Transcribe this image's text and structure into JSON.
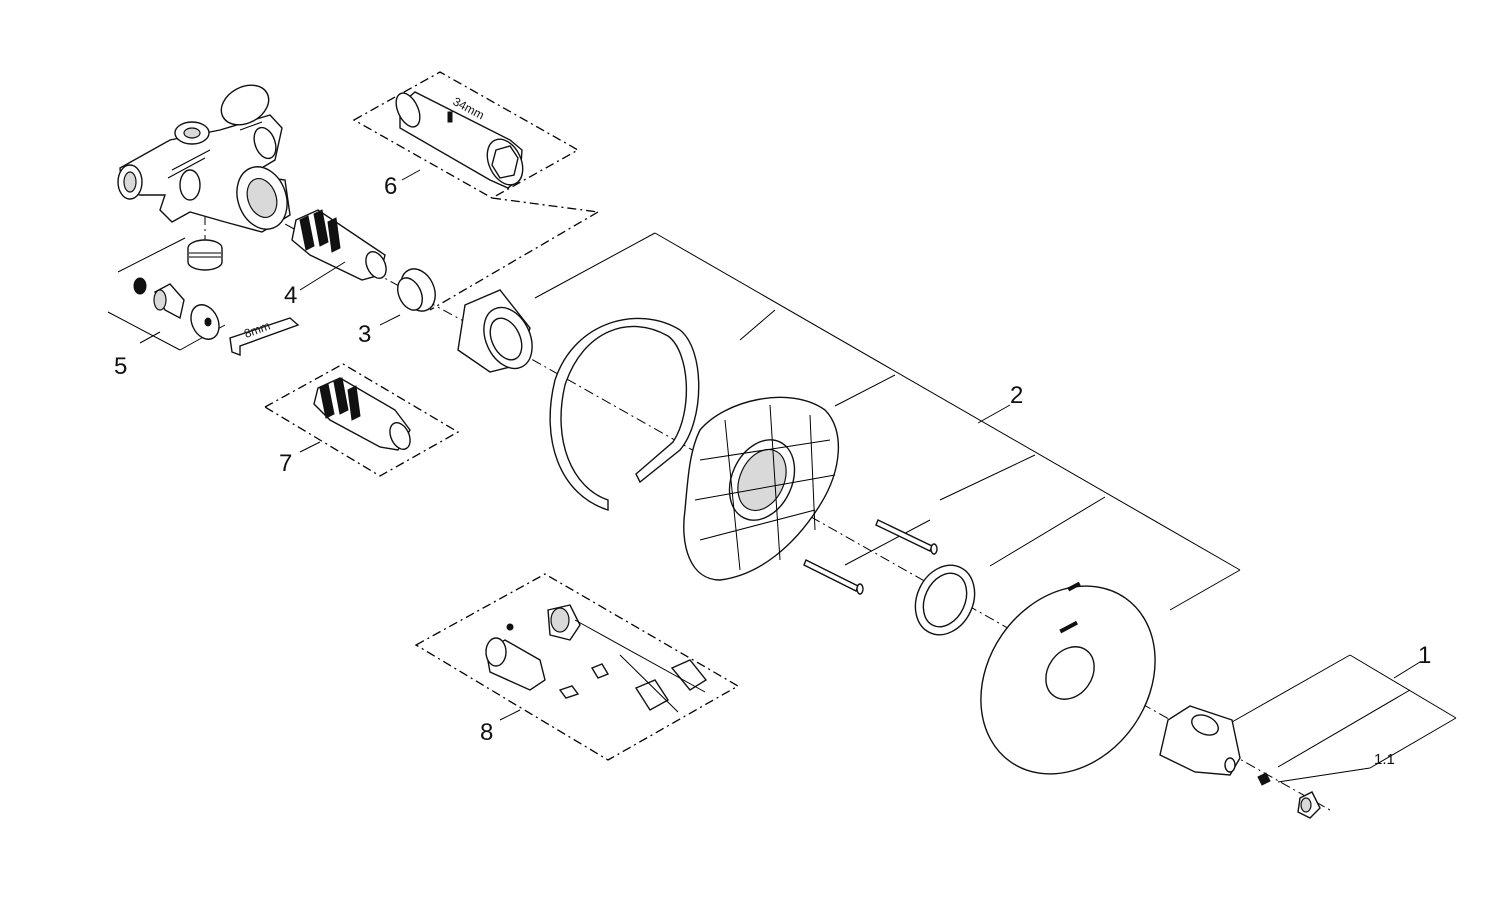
{
  "diagram": {
    "callouts": {
      "c1": "1",
      "c1_1": "1.1",
      "c2": "2",
      "c3": "3",
      "c4": "4",
      "c5": "5",
      "c6": "6",
      "c7": "7",
      "c8": "8"
    },
    "dimensions": {
      "wrench": "34mm",
      "hex_key": "8mm"
    },
    "colors": {
      "line": "#000000",
      "fill": "#ffffff",
      "shade": "#d9d9d9"
    }
  }
}
